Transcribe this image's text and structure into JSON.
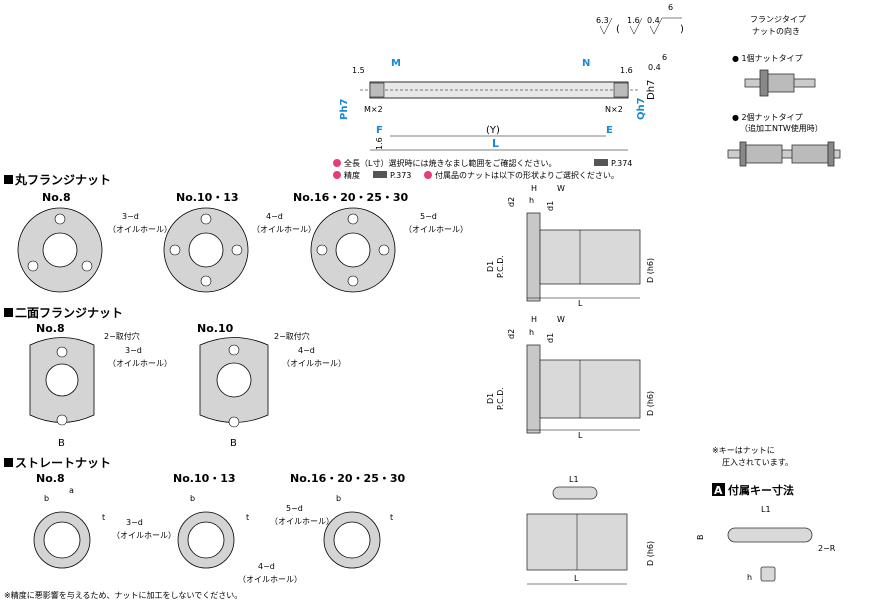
{
  "surface_marks": {
    "ra1": "6.3",
    "ra2": "1.6",
    "ra3": "0.4",
    "ra4": "6",
    "ra_paren_open": "(",
    "ra_paren_close": ")"
  },
  "shaft": {
    "end_m": "M",
    "end_n": "N",
    "end_f": "F",
    "end_e": "E",
    "p_label": "Ph7",
    "q_label": "Qh7",
    "d_label": "Dh7",
    "mx2": "M×2",
    "nx2": "N×2",
    "y_dim": "(Y)",
    "l_dim": "L",
    "chamfer_left": "1.5",
    "chamfer_right": "1.6",
    "ra_left": "1.6",
    "ra_right": "0.4",
    "ra_top_right": "6"
  },
  "orientation": {
    "title_line1": "フランジタイプ",
    "title_line2": "ナットの向き",
    "single": "● 1個ナットタイプ",
    "double_line1": "● 2個ナットタイプ",
    "double_line2": "（追加工NTW使用時）"
  },
  "notes": {
    "note1": "全長（L寸）選択時には焼きなまし範囲をご確認ください。",
    "note1_ref": "P.374",
    "note2": "精度",
    "note2_ref": "P.373",
    "note3": "付属品のナットは以下の形状よりご選択ください。"
  },
  "round_flange": {
    "heading": "丸フランジナット",
    "items": [
      {
        "no": "No.8",
        "hole": "3−d",
        "oil": "（オイルホール）"
      },
      {
        "no": "No.10・13",
        "hole": "4−d",
        "oil": "（オイルホール）"
      },
      {
        "no": "No.16・20・25・30",
        "hole": "5−d",
        "oil": "（オイルホール）"
      }
    ]
  },
  "two_face_flange": {
    "heading": "二面フランジナット",
    "items": [
      {
        "no": "No.8",
        "mount": "2−取付穴",
        "hole": "3−d",
        "oil": "（オイルホール）",
        "b": "B"
      },
      {
        "no": "No.10",
        "mount": "2−取付穴",
        "hole": "4−d",
        "oil": "（オイルホール）",
        "b": "B"
      }
    ]
  },
  "straight_nut": {
    "heading": "ストレートナット",
    "items": [
      {
        "no": "No.8",
        "hole": "3−d",
        "oil": "（オイルホール）",
        "b": "b",
        "a": "a",
        "t": "t"
      },
      {
        "no": "No.10・13",
        "hole": "4−d",
        "oil": "（オイルホール）",
        "b": "b",
        "t": "t"
      },
      {
        "no": "No.16・20・25・30",
        "hole": "5−d",
        "oil": "（オイルホール）",
        "b": "b",
        "t": "t"
      }
    ]
  },
  "side_views": {
    "h": "H",
    "w": "W",
    "h_small": "h",
    "d1": "d1",
    "d2": "d2",
    "d1_big": "D1",
    "pcd": "P.C.D.",
    "d_h6": "D (h6)",
    "l": "L"
  },
  "key_section": {
    "note_line1": "※キーはナットに",
    "note_line2": "圧入されています。",
    "badge": "A",
    "title": "付属キー寸法",
    "l1": "L1",
    "b": "B",
    "r": "2−R",
    "h": "h"
  },
  "footer": "※精度に悪影響を与えるため、ナットに加工をしないでください。"
}
